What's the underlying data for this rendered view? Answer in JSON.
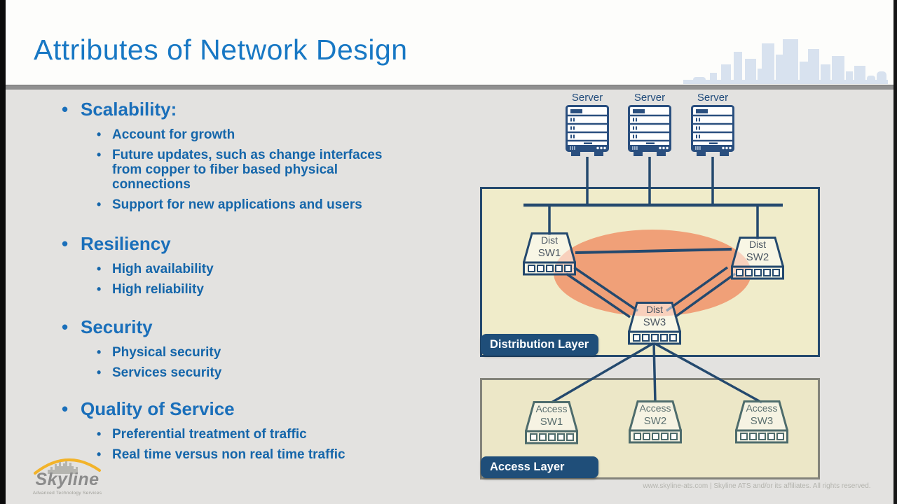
{
  "slide": {
    "title": "Attributes of Network Design",
    "footer": "www.skyline-ats.com | Skyline ATS and/or its affiliates. All rights reserved."
  },
  "logo": {
    "brand": "Skyline",
    "tagline": "Advanced Technology Services"
  },
  "bullets": [
    {
      "label": "Scalability:",
      "items": [
        "Account for growth",
        "Future updates, such as change interfaces from copper to fiber based physical connections",
        "Support for new applications and users"
      ]
    },
    {
      "label": "Resiliency",
      "items": [
        "High availability",
        "High reliability"
      ]
    },
    {
      "label": "Security",
      "items": [
        "Physical security",
        "Services security"
      ]
    },
    {
      "label": "Quality of Service",
      "items": [
        "Preferential treatment of traffic",
        "Real time versus non real time traffic"
      ]
    }
  ],
  "diagram": {
    "server_labels": [
      "Server",
      "Server",
      "Server"
    ],
    "distribution": {
      "badge": "Distribution Layer",
      "switches": [
        [
          "Dist",
          "SW1"
        ],
        [
          "Dist",
          "SW2"
        ],
        [
          "Dist",
          "SW3"
        ]
      ]
    },
    "access": {
      "badge": "Access Layer",
      "switches": [
        [
          "Access",
          "SW1"
        ],
        [
          "Access",
          "SW2"
        ],
        [
          "Access",
          "SW3"
        ]
      ]
    },
    "colors": {
      "title_blue": "#1878c4",
      "bullet_blue": "#1566aa",
      "line_navy": "#24496e",
      "badge_navy": "#1f4e79",
      "distribution_fill": "#f0ecca",
      "access_fill": "#ece7c7",
      "core_ellipse": "#f0a078"
    }
  }
}
